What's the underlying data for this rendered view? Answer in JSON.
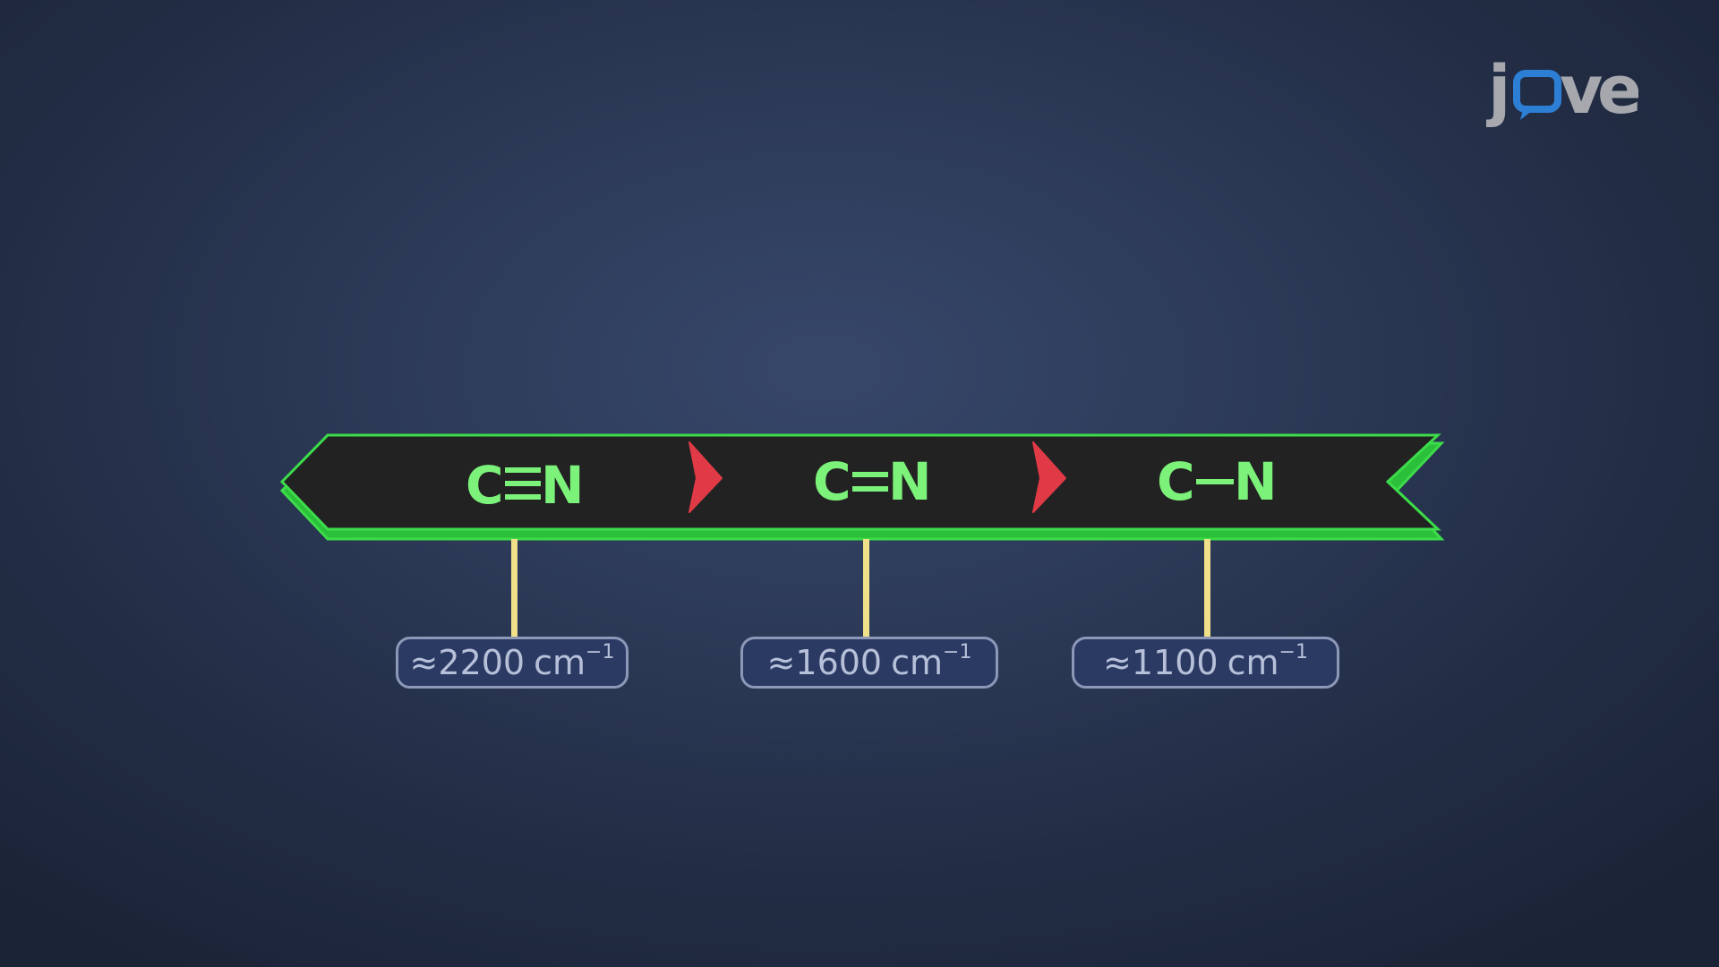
{
  "logo": {
    "text": "jove",
    "letters": [
      "j",
      "v",
      "e"
    ],
    "letter_color": "#a6a8ae",
    "accent_color": "#2d7fd6"
  },
  "bonds": [
    {
      "label": "C",
      "label_end": "N",
      "bond_order": 3,
      "wavenumber": "≈2200",
      "unit": "cm",
      "exponent": "−1"
    },
    {
      "label": "C",
      "label_end": "N",
      "bond_order": 2,
      "wavenumber": "≈1600",
      "unit": "cm",
      "exponent": "−1"
    },
    {
      "label": "C",
      "label_end": "N",
      "bond_order": 1,
      "wavenumber": "≈1100",
      "unit": "cm",
      "exponent": "−1"
    }
  ],
  "separators": [
    "chevron-right-icon",
    "chevron-right-icon"
  ],
  "colors": {
    "banner_fill": "#222222",
    "banner_outline": "#3ddc4a",
    "bond_text": "#7cf27a",
    "chevron": "#e03a46",
    "stem": "#f0e08a",
    "box_fill": "#2b3a63",
    "box_border": "#8d98b8",
    "box_text": "#b7c0d9"
  }
}
